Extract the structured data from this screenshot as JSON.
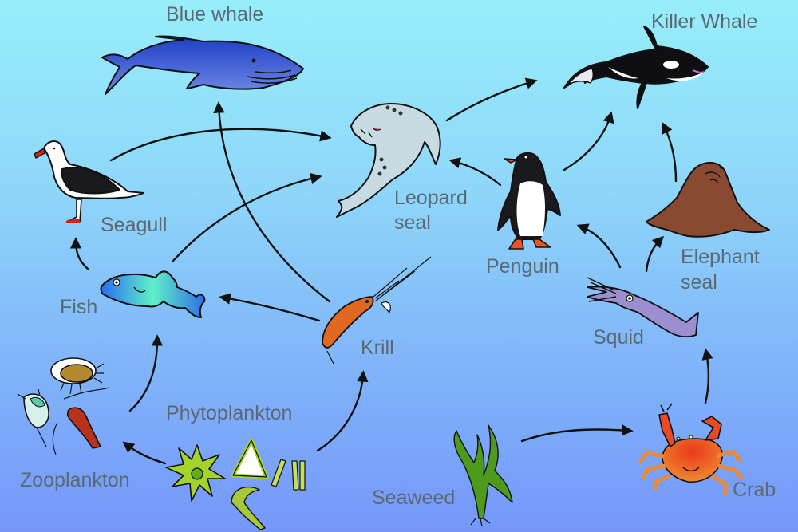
{
  "diagram": {
    "type": "food-web",
    "background": {
      "top": "#97eefa",
      "bottom": "#7597fa"
    },
    "label_color": "#5b6a72",
    "organisms": [
      {
        "id": "blue_whale",
        "label": "Blue whale",
        "icon": "blue-whale-icon"
      },
      {
        "id": "killer_whale",
        "label": "Killer Whale",
        "icon": "killer-whale-icon"
      },
      {
        "id": "leopard_seal",
        "label_line1": "Leopard",
        "label_line2": "seal",
        "icon": "leopard-seal-icon"
      },
      {
        "id": "seagull",
        "label": "Seagull",
        "icon": "seagull-icon"
      },
      {
        "id": "penguin",
        "label": "Penguin",
        "icon": "penguin-icon"
      },
      {
        "id": "elephant_seal",
        "label_line1": "Elephant",
        "label_line2": "seal",
        "icon": "elephant-seal-icon"
      },
      {
        "id": "fish",
        "label": "Fish",
        "icon": "fish-icon"
      },
      {
        "id": "krill",
        "label": "Krill",
        "icon": "krill-icon"
      },
      {
        "id": "squid",
        "label": "Squid",
        "icon": "squid-icon"
      },
      {
        "id": "zooplankton",
        "label": "Zooplankton",
        "icon": "zooplankton-icon"
      },
      {
        "id": "phytoplankton",
        "label": "Phytoplankton",
        "icon": "phytoplankton-icon"
      },
      {
        "id": "seaweed",
        "label": "Seaweed",
        "icon": "seaweed-icon"
      },
      {
        "id": "crab",
        "label": "Crab",
        "icon": "crab-icon"
      }
    ],
    "edges": [
      {
        "from": "Phytoplankton",
        "to": "Zooplankton"
      },
      {
        "from": "Phytoplankton",
        "to": "Krill"
      },
      {
        "from": "Zooplankton",
        "to": "Fish"
      },
      {
        "from": "Krill",
        "to": "Fish"
      },
      {
        "from": "Krill",
        "to": "Blue whale"
      },
      {
        "from": "Fish",
        "to": "Seagull"
      },
      {
        "from": "Fish",
        "to": "Leopard seal"
      },
      {
        "from": "Seagull",
        "to": "Leopard seal"
      },
      {
        "from": "Penguin",
        "to": "Leopard seal"
      },
      {
        "from": "Leopard seal",
        "to": "Killer Whale"
      },
      {
        "from": "Penguin",
        "to": "Killer Whale"
      },
      {
        "from": "Elephant seal",
        "to": "Killer Whale"
      },
      {
        "from": "Squid",
        "to": "Penguin"
      },
      {
        "from": "Squid",
        "to": "Elephant seal"
      },
      {
        "from": "Crab",
        "to": "Squid"
      },
      {
        "from": "Seaweed",
        "to": "Crab"
      }
    ]
  }
}
